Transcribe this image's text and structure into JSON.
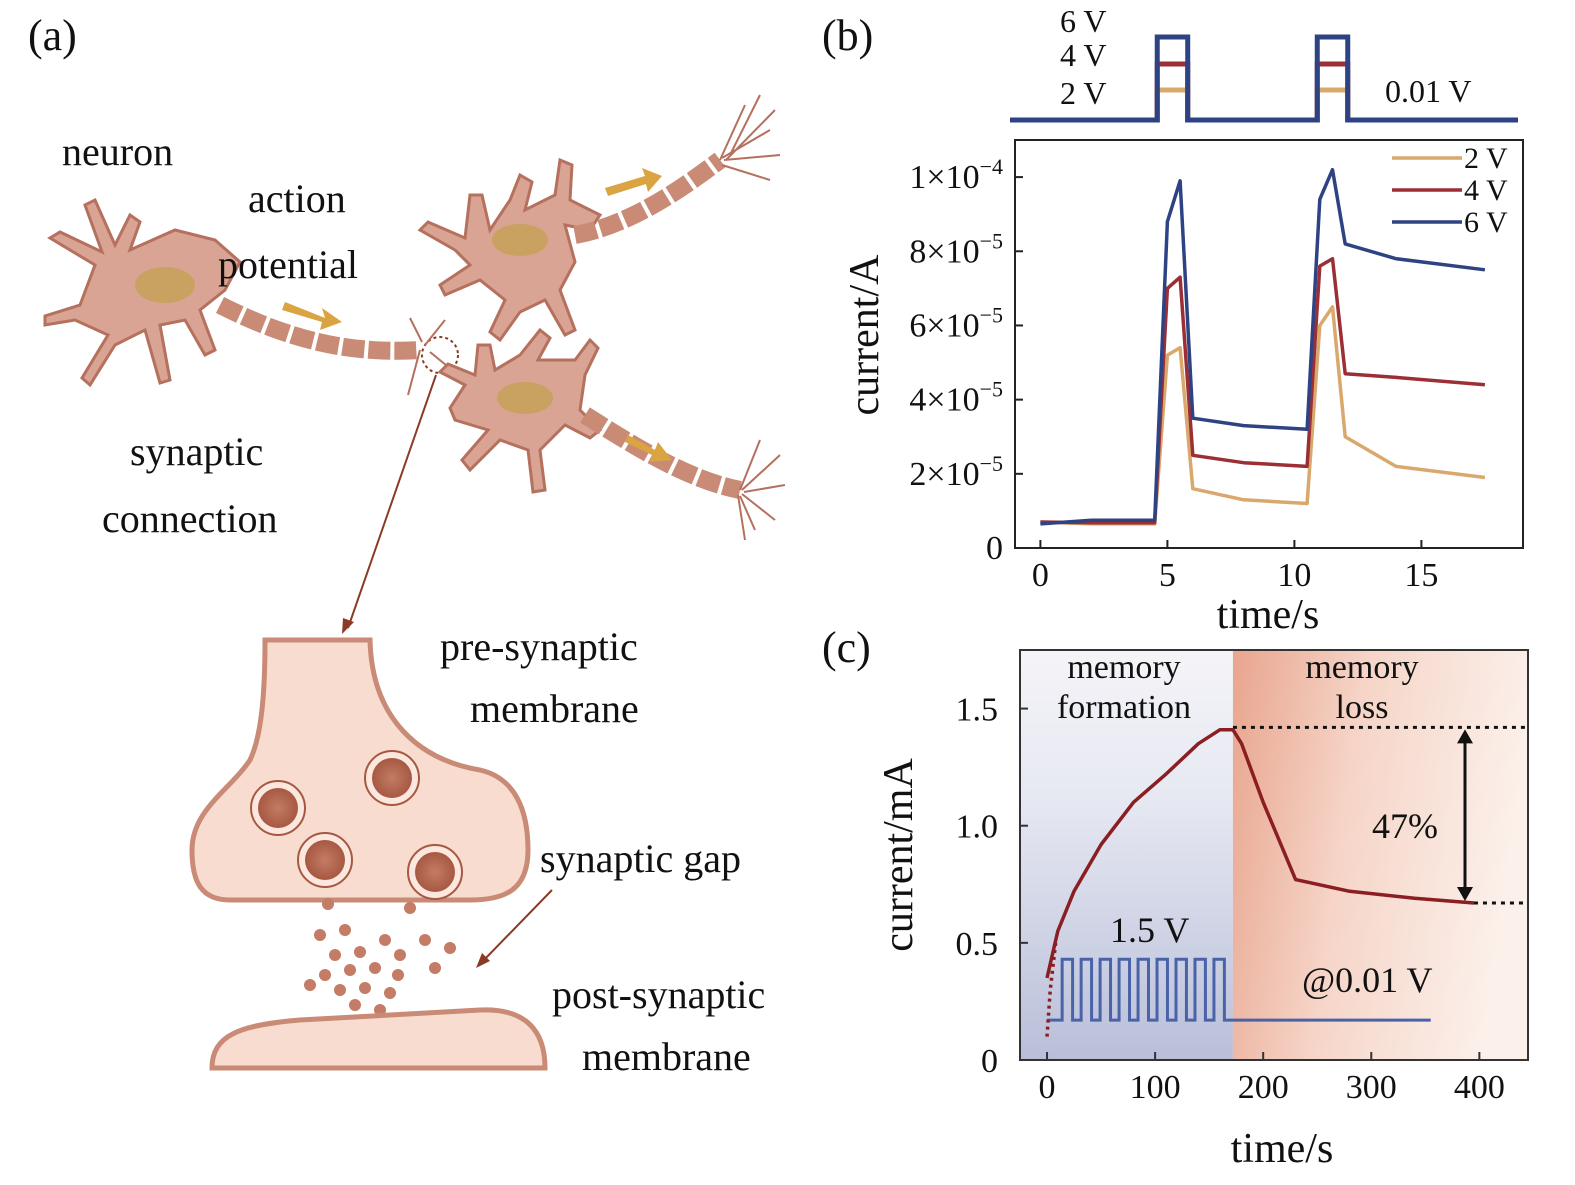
{
  "panel_a": {
    "label": "(a)",
    "neuron": "neuron",
    "action_line1": "action",
    "action_line2": "potential",
    "synaptic_line1": "synaptic",
    "synaptic_line2": "connection",
    "pre_line1": "pre-synaptic",
    "pre_line2": "membrane",
    "gap": "synaptic gap",
    "post_line1": "post-synaptic",
    "post_line2": "membrane",
    "colors": {
      "cell": "#d9a493",
      "cell_edge": "#b5705e",
      "nucleus": "#c9a160",
      "arrow": "#d9a441",
      "pointer": "#8b3a24",
      "synapse_fill": "#f7dccf"
    }
  },
  "panel_b": {
    "label": "(b)",
    "pulse_6v": "6 V",
    "pulse_4v": "4 V",
    "pulse_2v": "2 V",
    "pulse_base": "0.01 V",
    "ylabel": "current/A",
    "xlabel": "time/s",
    "y_ticks": [
      {
        "mant": "0",
        "exp": ""
      },
      {
        "mant": "2×10",
        "exp": "−5"
      },
      {
        "mant": "4×10",
        "exp": "−5"
      },
      {
        "mant": "6×10",
        "exp": "−5"
      },
      {
        "mant": "8×10",
        "exp": "−5"
      },
      {
        "mant": "1×10",
        "exp": "−4"
      }
    ],
    "x_ticks": [
      "0",
      "5",
      "10",
      "15"
    ]
  },
  "panel_c": {
    "label": "(c)",
    "ylabel": "current/mA",
    "xlabel": "time/s",
    "y_ticks": [
      "0",
      "0.5",
      "1.0",
      "1.5"
    ],
    "x_ticks": [
      "0",
      "100",
      "200",
      "300",
      "400"
    ],
    "formation_line1": "memory",
    "formation_line2": "formation",
    "loss_line1": "memory",
    "loss_line2": "loss",
    "percent": "47%",
    "pulse_label": "1.5 V",
    "read_label": "@0.01 V"
  },
  "chart_data": [
    {
      "type": "line",
      "xlabel": "time/s",
      "ylabel": "current/A",
      "xlim": [
        -1,
        19
      ],
      "ylim": [
        0,
        0.00011
      ],
      "grid": false,
      "legend": "top-right",
      "series": [
        {
          "name": "2 V",
          "color": "#d9a86c",
          "x": [
            0,
            2,
            4.5,
            5.0,
            5.5,
            6.0,
            8,
            10.5,
            11.0,
            11.5,
            12.0,
            14,
            17.5
          ],
          "y": [
            7e-06,
            6.5e-06,
            6.5e-06,
            5.2e-05,
            5.4e-05,
            1.6e-05,
            1.3e-05,
            1.2e-05,
            6e-05,
            6.5e-05,
            3e-05,
            2.2e-05,
            1.9e-05
          ]
        },
        {
          "name": "4 V",
          "color": "#9b2f35",
          "x": [
            0,
            2,
            4.5,
            5.0,
            5.5,
            6.0,
            8,
            10.5,
            11.0,
            11.5,
            12.0,
            14,
            17.5
          ],
          "y": [
            7e-06,
            6.8e-06,
            6.8e-06,
            7e-05,
            7.3e-05,
            2.5e-05,
            2.3e-05,
            2.2e-05,
            7.6e-05,
            7.8e-05,
            4.7e-05,
            4.6e-05,
            4.4e-05
          ]
        },
        {
          "name": "6 V",
          "color": "#2e4383",
          "x": [
            0,
            2,
            4.5,
            5.0,
            5.5,
            6.0,
            8,
            10.5,
            11.0,
            11.5,
            12.0,
            14,
            17.5
          ],
          "y": [
            6.5e-06,
            7.5e-06,
            7.5e-06,
            8.8e-05,
            9.9e-05,
            3.5e-05,
            3.3e-05,
            3.2e-05,
            9.4e-05,
            0.000102,
            8.2e-05,
            7.8e-05,
            7.5e-05
          ]
        }
      ],
      "pulses": [
        {
          "start": 4.6,
          "end": 5.8
        },
        {
          "start": 10.9,
          "end": 12.1
        }
      ]
    },
    {
      "type": "line",
      "xlabel": "time/s",
      "ylabel": "current/mA",
      "xlim": [
        -25,
        445
      ],
      "ylim": [
        0,
        1.75
      ],
      "grid": false,
      "series": [
        {
          "name": "",
          "color": "#8a1e22",
          "x": [
            0,
            10,
            25,
            50,
            80,
            110,
            140,
            160,
            172,
            180,
            200,
            230,
            280,
            340,
            395
          ],
          "y": [
            0.35,
            0.55,
            0.72,
            0.92,
            1.1,
            1.22,
            1.35,
            1.41,
            1.41,
            1.35,
            1.1,
            0.77,
            0.72,
            0.69,
            0.67
          ]
        }
      ],
      "annotations": {
        "peak": 1.42,
        "end": 0.67,
        "boundary_x": 172,
        "pulse_train_end": 172,
        "read_end": 355,
        "pulse_low": 0.17,
        "pulse_high": 0.43,
        "pulse_count": 9
      }
    }
  ]
}
